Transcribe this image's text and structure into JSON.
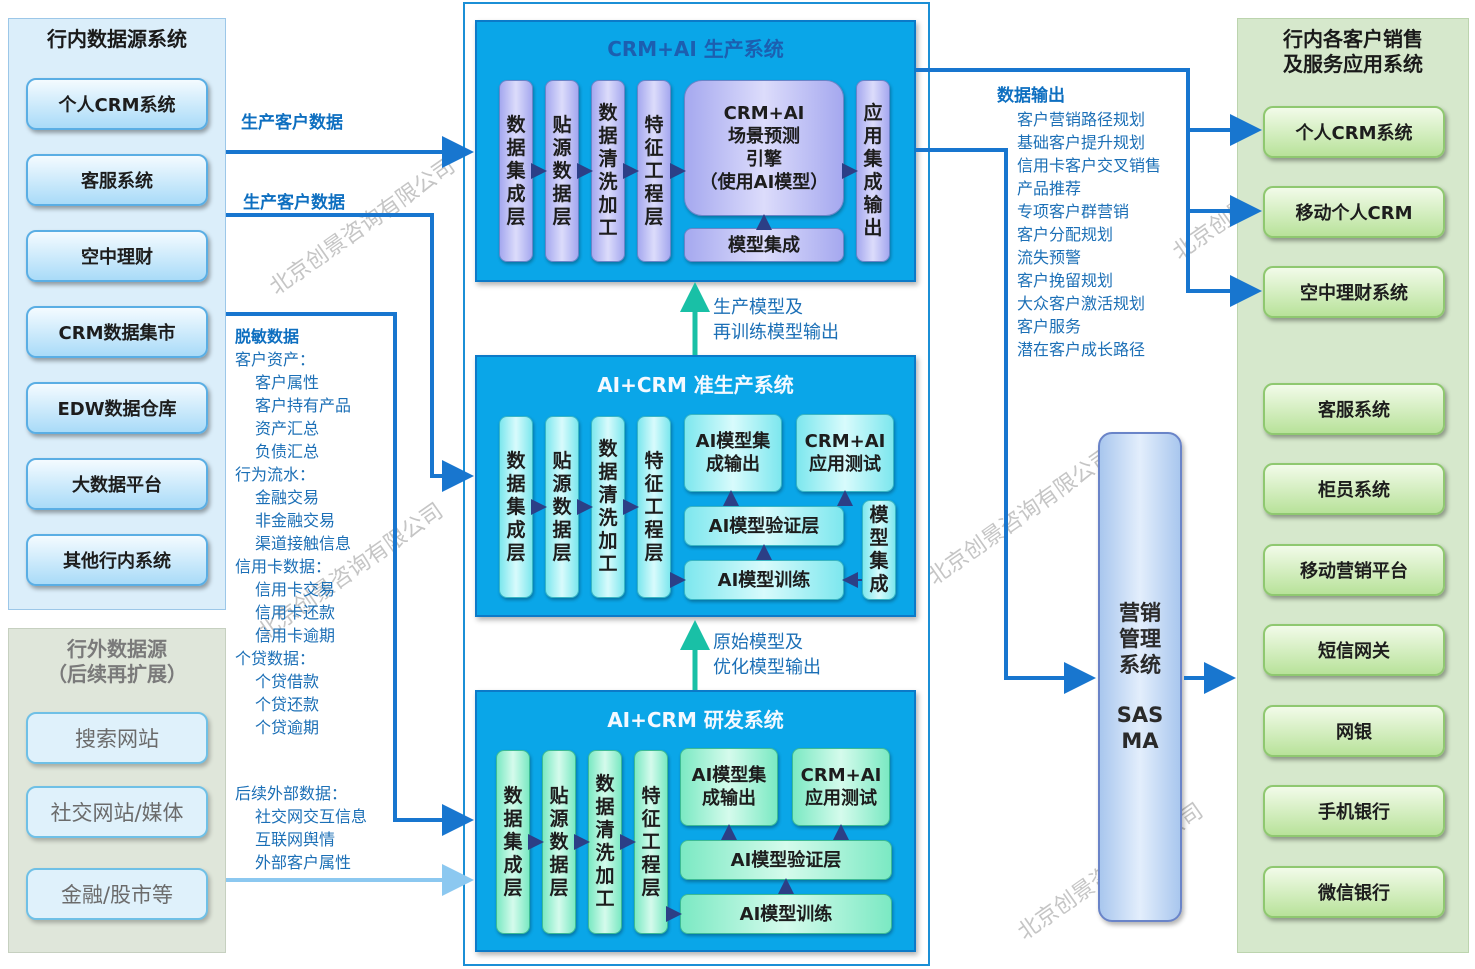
{
  "left_panel": {
    "title": "行内数据源系统",
    "items": [
      "个人CRM系统",
      "客服系统",
      "空中理财",
      "CRM数据集市",
      "EDW数据仓库",
      "大数据平台",
      "其他行内系统"
    ]
  },
  "external_panel": {
    "title_line1": "行外数据源",
    "title_line2": "（后续再扩展）",
    "items": [
      "搜索网站",
      "社交网站/媒体",
      "金融/股市等"
    ]
  },
  "right_panel": {
    "title_line1": "行内各客户销售",
    "title_line2": "及服务应用系统",
    "items": [
      "个人CRM系统",
      "移动个人CRM",
      "空中理财系统",
      "客服系统",
      "柜员系统",
      "移动营销平台",
      "短信网关",
      "网银",
      "手机银行",
      "微信银行"
    ]
  },
  "flow_labels": {
    "prod_data_1": "生产客户数据",
    "prod_data_2": "生产客户数据",
    "data_output": "数据输出"
  },
  "desensitized": {
    "heading": "脱敏数据",
    "lines": [
      {
        "text": "客户资产：",
        "indent": false
      },
      {
        "text": "客户属性",
        "indent": true
      },
      {
        "text": "客户持有产品",
        "indent": true
      },
      {
        "text": "资产汇总",
        "indent": true
      },
      {
        "text": "负债汇总",
        "indent": true
      },
      {
        "text": "行为流水：",
        "indent": false
      },
      {
        "text": "金融交易",
        "indent": true
      },
      {
        "text": "非金融交易",
        "indent": true
      },
      {
        "text": "渠道接触信息",
        "indent": true
      },
      {
        "text": "信用卡数据：",
        "indent": false
      },
      {
        "text": "信用卡交易",
        "indent": true
      },
      {
        "text": "信用卡还款",
        "indent": true
      },
      {
        "text": "信用卡逾期",
        "indent": true
      },
      {
        "text": "个贷数据：",
        "indent": false
      },
      {
        "text": "个贷借款",
        "indent": true
      },
      {
        "text": "个贷还款",
        "indent": true
      },
      {
        "text": "个贷逾期",
        "indent": true
      }
    ]
  },
  "external_data": {
    "heading": "后续外部数据：",
    "lines": [
      "社交网交互信息",
      "互联网舆情",
      "外部客户属性"
    ]
  },
  "output_list": [
    "客户营销路径规划",
    "基础客户提升规划",
    "信用卡客户交叉销售",
    "产品推荐",
    "专项客户群营销",
    "客户分配规划",
    "流失预警",
    "客户挽留规划",
    "大众客户激活规划",
    "客户服务",
    "潜在客户成长路径"
  ],
  "production_system": {
    "title": "CRM+AI 生产系统",
    "columns": [
      "数据集成层",
      "贴源数据层",
      "数据清洗加工",
      "特征工程层"
    ],
    "engine_line1": "CRM+AI",
    "engine_line2": "场景预测",
    "engine_line3": "引擎",
    "engine_line4": "（使用AI模型）",
    "model_integration": "模型集成",
    "app_output": "应用集成输出"
  },
  "quasi_system": {
    "title": "AI+CRM 准生产系统",
    "columns": [
      "数据集成层",
      "贴源数据层",
      "数据清洗加工",
      "特征工程层"
    ],
    "ai_model_output": "AI模型集成输出",
    "app_test": "CRM+AI应用测试",
    "model_verify": "AI模型验证层",
    "model_train": "AI模型训练",
    "model_integration": "模型集成"
  },
  "rd_system": {
    "title": "AI+CRM 研发系统",
    "columns": [
      "数据集成层",
      "贴源数据层",
      "数据清洗加工",
      "特征工程层"
    ],
    "ai_model_output": "AI模型集成输出",
    "app_test": "CRM+AI应用测试",
    "model_verify": "AI模型验证层",
    "model_train": "AI模型训练"
  },
  "between_labels": {
    "upper_line1": "生产模型及",
    "upper_line2": "再训练模型输出",
    "lower_line1": "原始模型及",
    "lower_line2": "优化模型输出"
  },
  "marketing": {
    "line1": "营销",
    "line2": "管理",
    "line3": "系统",
    "line4": "SAS",
    "line5": "MA"
  },
  "watermark": "北京创景咨询有限公司",
  "colors": {
    "arrow_blue": "#1876cf",
    "arrow_green": "#19c0a6",
    "system_blue": "#0aa6e8",
    "system_title_dark": "#1c5fb0",
    "system_title_light": "#f4f9ff"
  }
}
